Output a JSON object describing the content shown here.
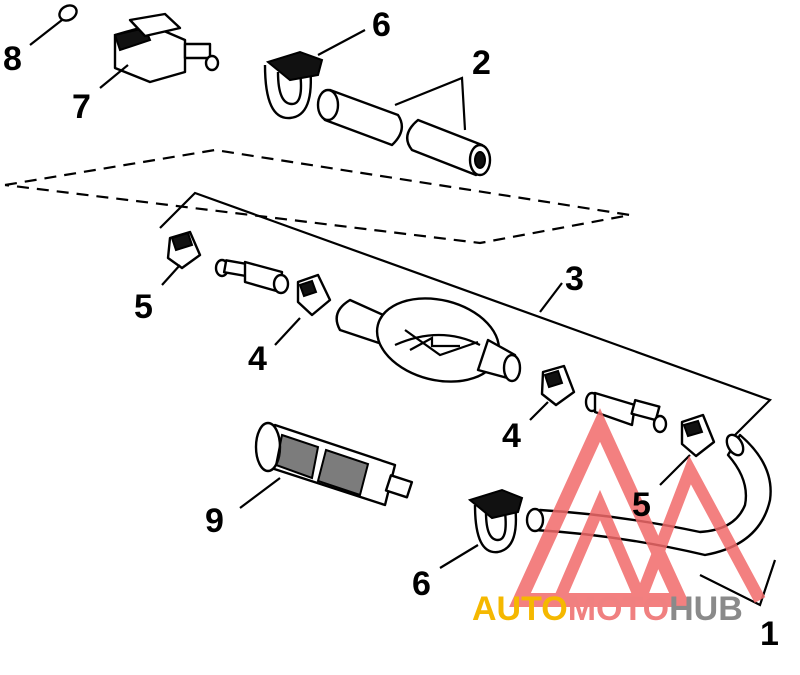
{
  "diagram": {
    "callouts": [
      {
        "id": "callout-1",
        "text": "1"
      },
      {
        "id": "callout-2",
        "text": "2"
      },
      {
        "id": "callout-3",
        "text": "3"
      },
      {
        "id": "callout-4a",
        "text": "4"
      },
      {
        "id": "callout-4b",
        "text": "4"
      },
      {
        "id": "callout-5a",
        "text": "5"
      },
      {
        "id": "callout-5b",
        "text": "5"
      },
      {
        "id": "callout-6a",
        "text": "6"
      },
      {
        "id": "callout-6b",
        "text": "6"
      },
      {
        "id": "callout-7",
        "text": "7"
      },
      {
        "id": "callout-8",
        "text": "8"
      },
      {
        "id": "callout-9",
        "text": "9"
      }
    ]
  },
  "watermark": {
    "part1": "AUTO",
    "part2": "MOTO",
    "part3": "HUB",
    "color_auto": "#f5b800",
    "color_moto": "#f08080",
    "color_hub": "#8a8a8a",
    "logo_color": "#f26a6a"
  }
}
